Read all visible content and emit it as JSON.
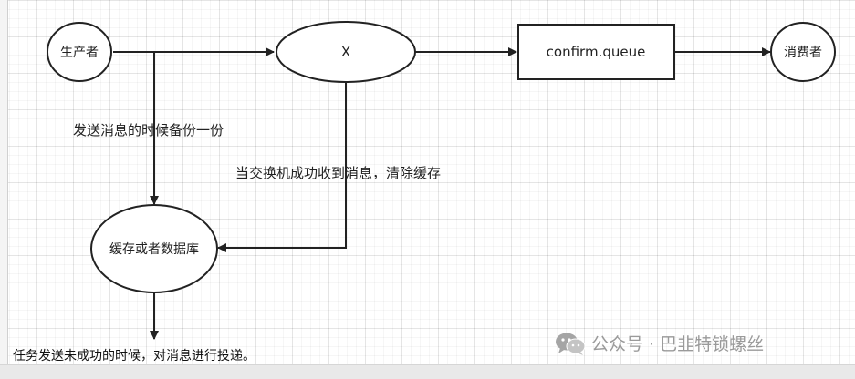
{
  "nodes": {
    "producer": "生产者",
    "exchange": "X",
    "queue": "confirm.queue",
    "consumer": "消费者",
    "cache": "缓存或者数据库"
  },
  "edge_labels": {
    "backup": "发送消息的时候备份一份",
    "clear": "当交换机成功收到消息，清除缓存"
  },
  "footnote": "任务发送未成功的时候，对消息进行投递。",
  "watermark": {
    "text": "公众号 · 巴韭特锁螺丝",
    "icon": "wechat-icon"
  },
  "colors": {
    "stroke": "#222222",
    "background": "#ffffff",
    "watermark": "#9a9a9a"
  }
}
